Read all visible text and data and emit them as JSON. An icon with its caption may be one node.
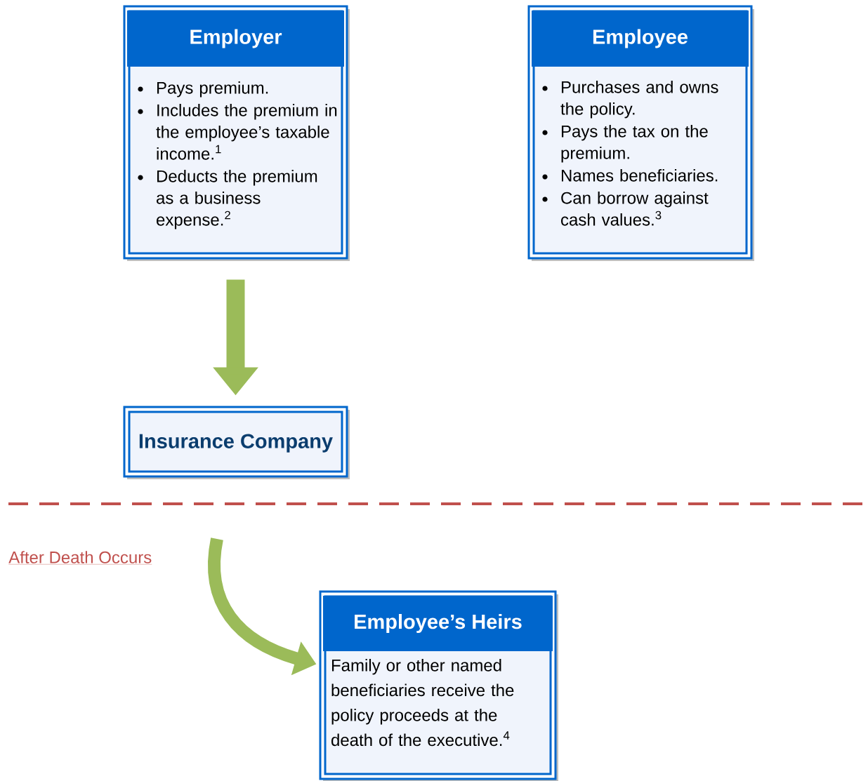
{
  "diagram": {
    "nodes": [
      {
        "text": [
          "Employer",
          "Pays premium.",
          "Includes the premium in the employee’s taxable income.$^{1}$",
          "Deducts the premium as a business expense.$^{2}$"
        ]
      },
      {
        "text": [
          "Employee",
          "Purchases and owns the policy.",
          "Pays the tax on the premium.",
          "Names beneficiaries.",
          "Can borrow against cash values.$^{3}$"
        ]
      },
      {
        "text": [
          "Insurance Company"
        ]
      },
      {
        "text": [
          "Employee’s Heirs",
          "Family or other named beneficiaries receive the policy proceeds at the death of the executive.$^{4}$"
        ]
      }
    ],
    "edges": [
      {
        "from": 0,
        "to": 2,
        "arrow": "to",
        "color": "#9bbb59"
      },
      {
        "from": null,
        "to": 3,
        "arrow": "to",
        "color": "#9bbb59"
      }
    ],
    "labels": [
      "After Death Occurs"
    ]
  }
}
